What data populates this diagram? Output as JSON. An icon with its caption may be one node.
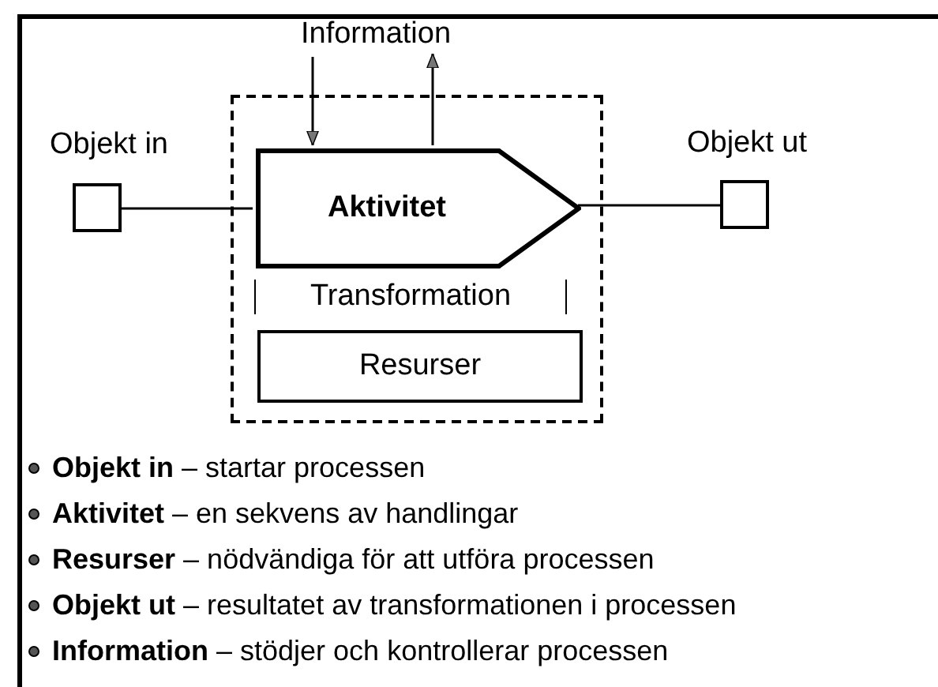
{
  "diagram": {
    "nodes": [
      {
        "text": [],
        "shape": "box"
      },
      {
        "text": [
          "Aktivitet"
        ],
        "in": 0
      },
      {
        "text": [
          "Resurser"
        ],
        "in": 0
      },
      {
        "text": [],
        "shape": "box",
        "beside": [
          "Objekt in"
        ]
      },
      {
        "text": [],
        "shape": "box",
        "beside": [
          "Objekt ut"
        ]
      },
      {
        "text": [
          "Information"
        ]
      }
    ],
    "edges": [
      {
        "from": 3,
        "to": 1,
        "arrow": "none"
      },
      {
        "from": 1,
        "to": 4,
        "arrow": "none"
      },
      {
        "from": 5,
        "to": 1,
        "arrow": "to"
      },
      {
        "from": 1,
        "to": 5,
        "arrow": "to"
      }
    ],
    "labels": [
      "Transformation",
      "**Objekt in** – startar processen",
      "**Aktivitet** – en sekvens av handlingar",
      "**Resurser** – nödvändiga för att utföra processen",
      "**Objekt ut** – resultatet av transformationen i processen",
      "**Information** – stödjer och kontrollerar processen"
    ]
  }
}
